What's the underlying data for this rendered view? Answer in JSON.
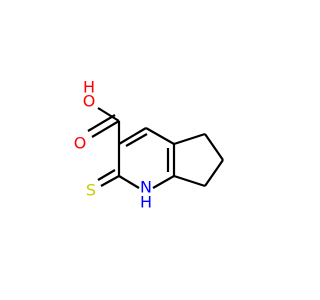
{
  "molecule": {
    "atoms": {
      "hydroxyl": "H",
      "hydroxyl_oxygen": "O",
      "carbonyl_oxygen": "O",
      "thione_sulfur": "S",
      "ring_nitrogen": "N",
      "ring_nitrogen_hydrogen": "H"
    },
    "colors": {
      "bond": "#000000",
      "oxygen": "#ff0000",
      "sulfur": "#cccc00",
      "nitrogen": "#0000ff",
      "carbon_text": "#000000"
    }
  }
}
